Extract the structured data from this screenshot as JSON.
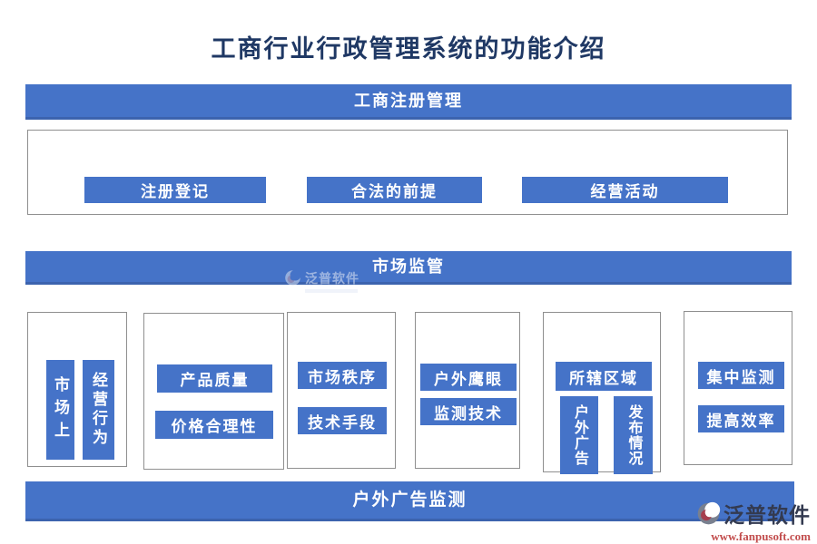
{
  "page_title": "工商行业行政管理系统的功能介绍",
  "colors": {
    "accent_blue": "#4573C8",
    "accent_blue_dark": "#3C63AE",
    "title_navy": "#1F3864",
    "frame_border": "#8F8F8F",
    "footer_brand_color": "#333A50",
    "footer_url_color": "#C24D4D"
  },
  "registration": {
    "banner": "工商注册管理",
    "buttons": [
      "注册登记",
      "合法的前提",
      "经营活动"
    ]
  },
  "market": {
    "banner": "市场监管",
    "group1": {
      "vertical_buttons": [
        "市场上",
        "经营行为"
      ]
    },
    "group2": {
      "buttons": [
        "产品质量",
        "价格合理性"
      ]
    },
    "group3": {
      "buttons": [
        "市场秩序",
        "技术手段"
      ]
    },
    "group4": {
      "buttons": [
        "户外鹰眼",
        "监测技术"
      ]
    },
    "group5": {
      "buttons": [
        "所辖区域"
      ],
      "vertical_buttons": [
        "户外广告",
        "发布情况"
      ]
    },
    "group6": {
      "buttons": [
        "集中监测",
        "提高效率"
      ]
    }
  },
  "outdoor": {
    "banner": "户外广告监测"
  },
  "watermark_center": {
    "brand": "泛普软件"
  },
  "footer_logo": {
    "brand": "泛普软件",
    "url": "www.fanpusoft.com"
  }
}
